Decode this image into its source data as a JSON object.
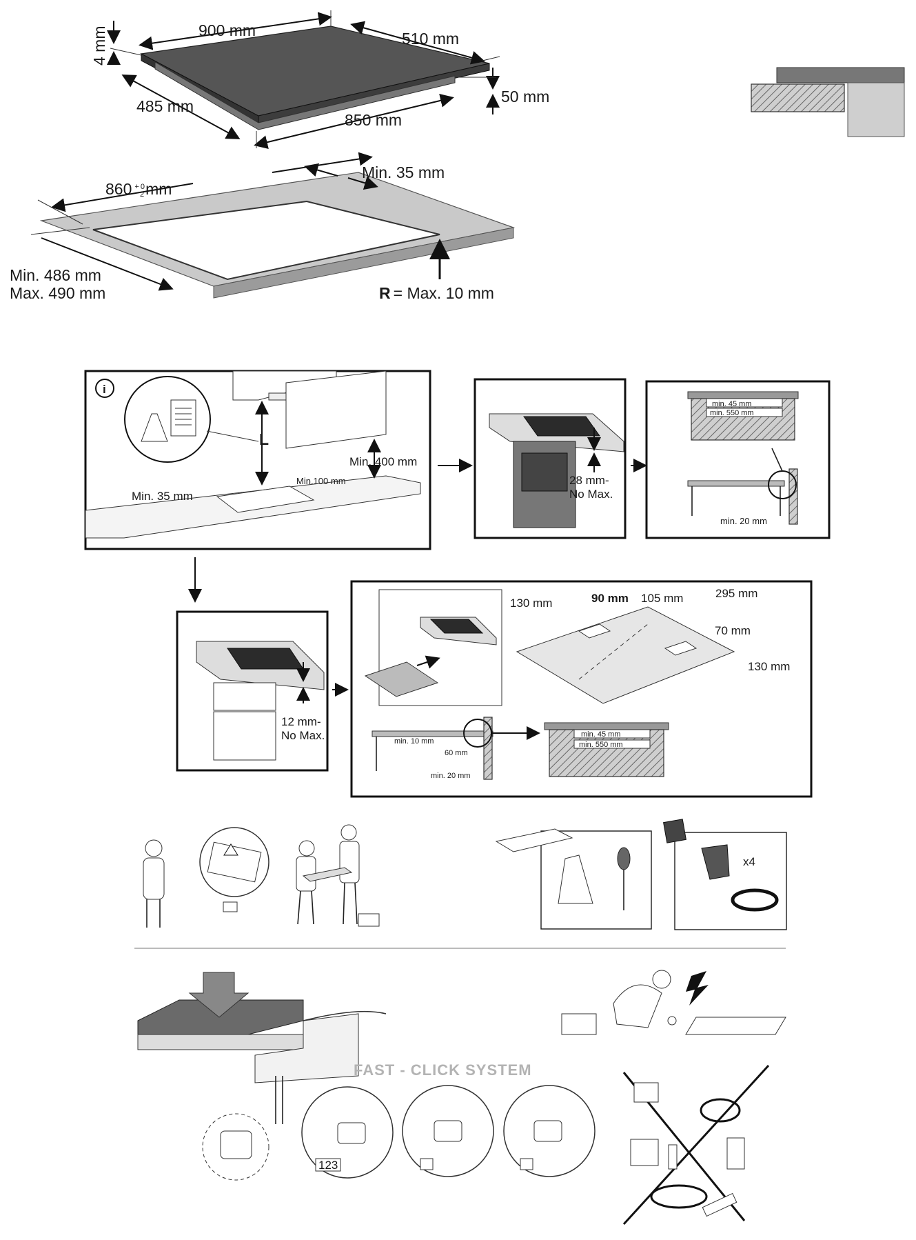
{
  "dimensions": {
    "width": "900 mm",
    "depth": "510 mm",
    "thickness": "4 mm",
    "height": "50 mm",
    "inner_depth": "485 mm",
    "inner_width": "850 mm"
  },
  "cutout": {
    "width_label": "860",
    "width_tolerance_top": "+",
    "width_tolerance_mid": "0",
    "width_tolerance_bot": "2",
    "width_unit": "mm",
    "min_edge": "Min. 35 mm",
    "depth_min": "Min. 486 mm",
    "depth_max": "Max. 490 mm",
    "radius_letter": "R",
    "radius_rest": "= Max. 10 mm"
  },
  "clearances": {
    "info_symbol": "i",
    "hood_letter": "L",
    "min_400": "Min. 400 mm",
    "min_35": "Min. 35 mm",
    "min_100": "Min.100 mm",
    "oven_gap_top": "28 mm-",
    "oven_gap_bot": "No Max.",
    "min_45_a": "min. 45 mm",
    "min_550_a": "min. 550 mm",
    "min_20_a": "min. 20 mm",
    "drawer_gap_top": "12 mm-",
    "drawer_gap_bot": "No Max.",
    "panel_130_a": "130 mm",
    "panel_90": "90 mm",
    "panel_105": "105 mm",
    "panel_295": "295 mm",
    "panel_70": "70 mm",
    "panel_130_b": "130 mm",
    "min_10": "min. 10 mm",
    "gap_60": "60 mm",
    "min_20_b": "min. 20 mm",
    "min_45_b": "min. 45 mm",
    "min_550_b": "min. 550 mm"
  },
  "accessories": {
    "multiplier": "x4"
  },
  "installation": {
    "fast_click": "FAST - CLICK SYSTEM",
    "step_number": "123"
  },
  "icons": [
    "info-icon",
    "manual-icon",
    "warning-icon",
    "book-icon",
    "toolbox-icon",
    "gloves-icon",
    "screwdriver-icon",
    "bracket-icon",
    "tape-roll-icon",
    "lightning-icon",
    "plug-icon",
    "socket-icon",
    "extension-cord-icon",
    "cross-icon"
  ]
}
